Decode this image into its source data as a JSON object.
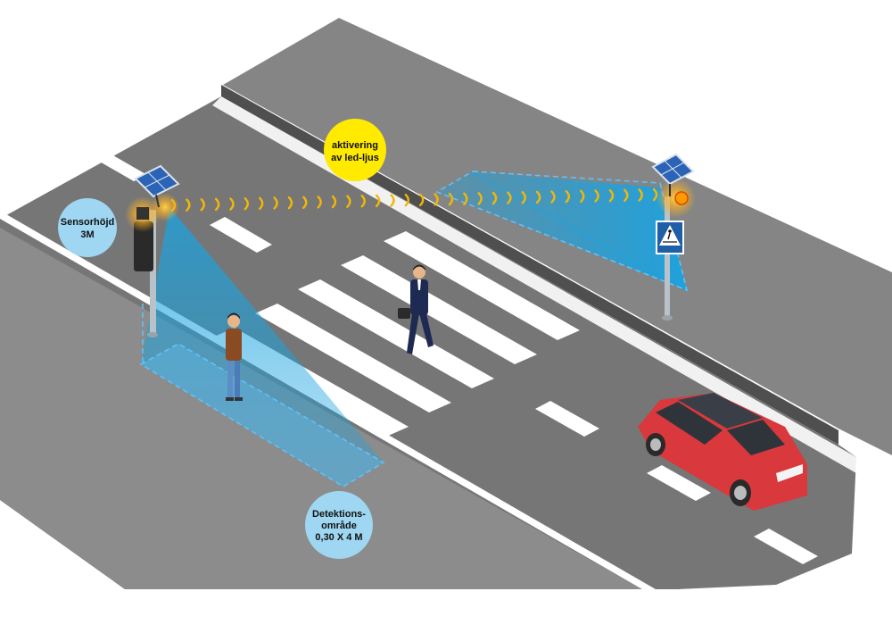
{
  "labels": {
    "sensor_height": {
      "line1": "Sensorhöjd",
      "line2": "3M"
    },
    "activation": {
      "line1": "aktivering",
      "line2": "av led-ljus"
    },
    "detection_area": {
      "line1": "Detektions-",
      "line2": "område",
      "line3": "0,30 X 4 M"
    }
  },
  "colors": {
    "road": "#7b7b7b",
    "sidewalk": "#888888",
    "curb": "#5a5a5a",
    "marking": "#ffffff",
    "beam": "#1aa3e0",
    "bubble_blue": "#9fd6f2",
    "bubble_yellow": "#ffea00",
    "signal_wave": "#f2b705",
    "car": "#d9383d",
    "led_glow": "#ffb020"
  },
  "icons": {
    "solar_panel": "solar-panel-icon",
    "pedestrian_sign": "pedestrian-crossing-sign-icon",
    "person": "person-icon",
    "car": "car-icon"
  }
}
